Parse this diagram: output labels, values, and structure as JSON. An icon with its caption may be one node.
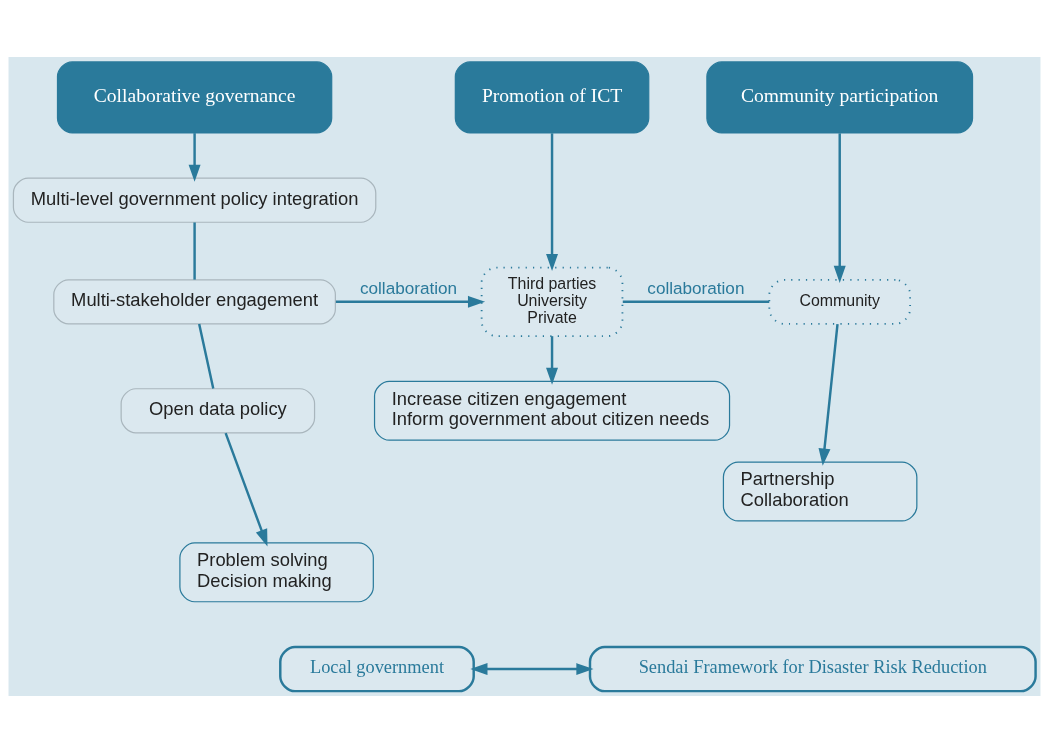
{
  "diagram": {
    "nodes": [
      {
        "text": [
          "Collaborative governance"
        ]
      },
      {
        "text": [
          "Promotion of ICT"
        ]
      },
      {
        "text": [
          "Community participation"
        ]
      },
      {
        "text": [
          "Multi-level government policy integration"
        ]
      },
      {
        "text": [
          "Multi-stakeholder engagement"
        ]
      },
      {
        "text": [
          "Open data policy"
        ]
      },
      {
        "text": [
          "Problem solving",
          "Decision making"
        ]
      },
      {
        "text": [
          "Third parties",
          "University",
          "Private"
        ]
      },
      {
        "text": [
          "Community"
        ]
      },
      {
        "text": [
          "Increase citizen engagement",
          "Inform government about citizen needs"
        ]
      },
      {
        "text": [
          "Partnership",
          "Collaboration"
        ]
      },
      {
        "text": [
          "Local government"
        ]
      },
      {
        "text": [
          "Sendai Framework for Disaster Risk Reduction"
        ]
      }
    ],
    "edges": [
      {
        "from": 0,
        "to": 3,
        "arrow": "to"
      },
      {
        "from": 3,
        "to": 4,
        "arrow": "none"
      },
      {
        "from": 4,
        "to": 5,
        "arrow": "none"
      },
      {
        "from": 5,
        "to": 6,
        "arrow": "to"
      },
      {
        "from": 4,
        "to": 7,
        "arrow": "to",
        "label": "collaboration"
      },
      {
        "from": 1,
        "to": 7,
        "arrow": "to"
      },
      {
        "from": 7,
        "to": 9,
        "arrow": "to"
      },
      {
        "from": 7,
        "to": 8,
        "arrow": "none",
        "label": "collaboration"
      },
      {
        "from": 2,
        "to": 8,
        "arrow": "to"
      },
      {
        "from": 8,
        "to": 10,
        "arrow": "to"
      },
      {
        "from": 11,
        "to": 12,
        "arrow": "both"
      }
    ]
  }
}
